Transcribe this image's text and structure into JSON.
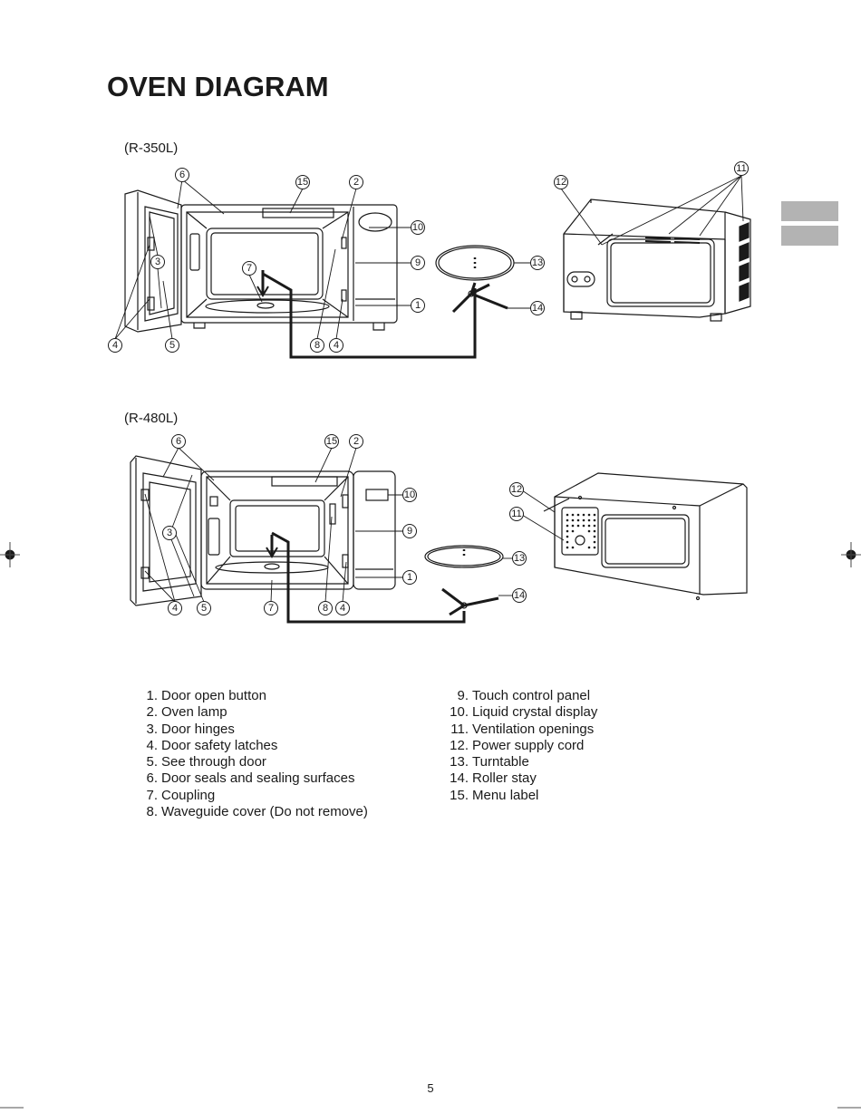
{
  "page": {
    "title": "OVEN DIAGRAM",
    "page_number": "5"
  },
  "models": [
    {
      "label": "(R-350L)"
    },
    {
      "label": "(R-480L)"
    }
  ],
  "callout_numbers": {
    "c1": "1",
    "c2": "2",
    "c3": "3",
    "c4": "4",
    "c5": "5",
    "c6": "6",
    "c7": "7",
    "c8": "8",
    "c9": "9",
    "c10": "10",
    "c11": "11",
    "c12": "12",
    "c13": "13",
    "c14": "14",
    "c15": "15"
  },
  "legend": {
    "left": [
      {
        "num": "1.",
        "text": "Door open button"
      },
      {
        "num": "2.",
        "text": "Oven lamp"
      },
      {
        "num": "3.",
        "text": "Door hinges"
      },
      {
        "num": "4.",
        "text": "Door safety latches"
      },
      {
        "num": "5.",
        "text": "See through door"
      },
      {
        "num": "6.",
        "text": "Door seals and sealing surfaces"
      },
      {
        "num": "7.",
        "text": "Coupling"
      },
      {
        "num": "8.",
        "text": "Waveguide cover (Do not remove)"
      }
    ],
    "right": [
      {
        "num": "9.",
        "text": "Touch control panel"
      },
      {
        "num": "10.",
        "text": "Liquid crystal display"
      },
      {
        "num": "11.",
        "text": "Ventilation openings"
      },
      {
        "num": "12.",
        "text": "Power supply cord"
      },
      {
        "num": "13.",
        "text": "Turntable"
      },
      {
        "num": "14.",
        "text": "Roller stay"
      },
      {
        "num": "15.",
        "text": "Menu label"
      }
    ]
  },
  "colors": {
    "ink": "#1a1a1a",
    "tab_gray": "#b3b3b3"
  },
  "icons": {
    "registration_mark": "registration-crosshair-icon"
  }
}
